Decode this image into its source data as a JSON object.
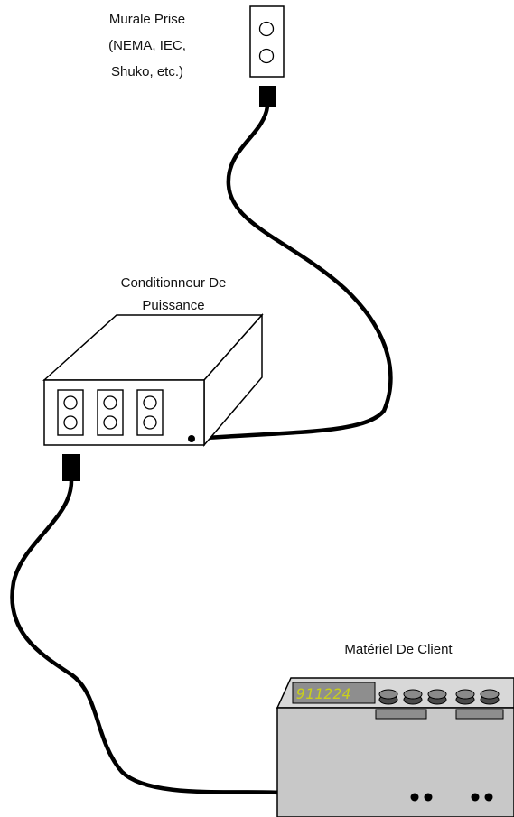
{
  "wall_outlet": {
    "label_lines": [
      "Murale Prise",
      "(NEMA, IEC,",
      "Shuko, etc.)"
    ]
  },
  "power_conditioner": {
    "label_lines": [
      "Conditionneur De",
      "Puissance"
    ]
  },
  "client_equipment": {
    "label": "Matériel De Client",
    "display_text": "911224"
  },
  "colors": {
    "line": "#000000",
    "device_front": "#c8c8c8",
    "device_top": "#d8d8d8",
    "device_side": "#a9a9a9",
    "lcd_background": "#8e8e8e",
    "lcd_digits": "#c9cf1c"
  }
}
